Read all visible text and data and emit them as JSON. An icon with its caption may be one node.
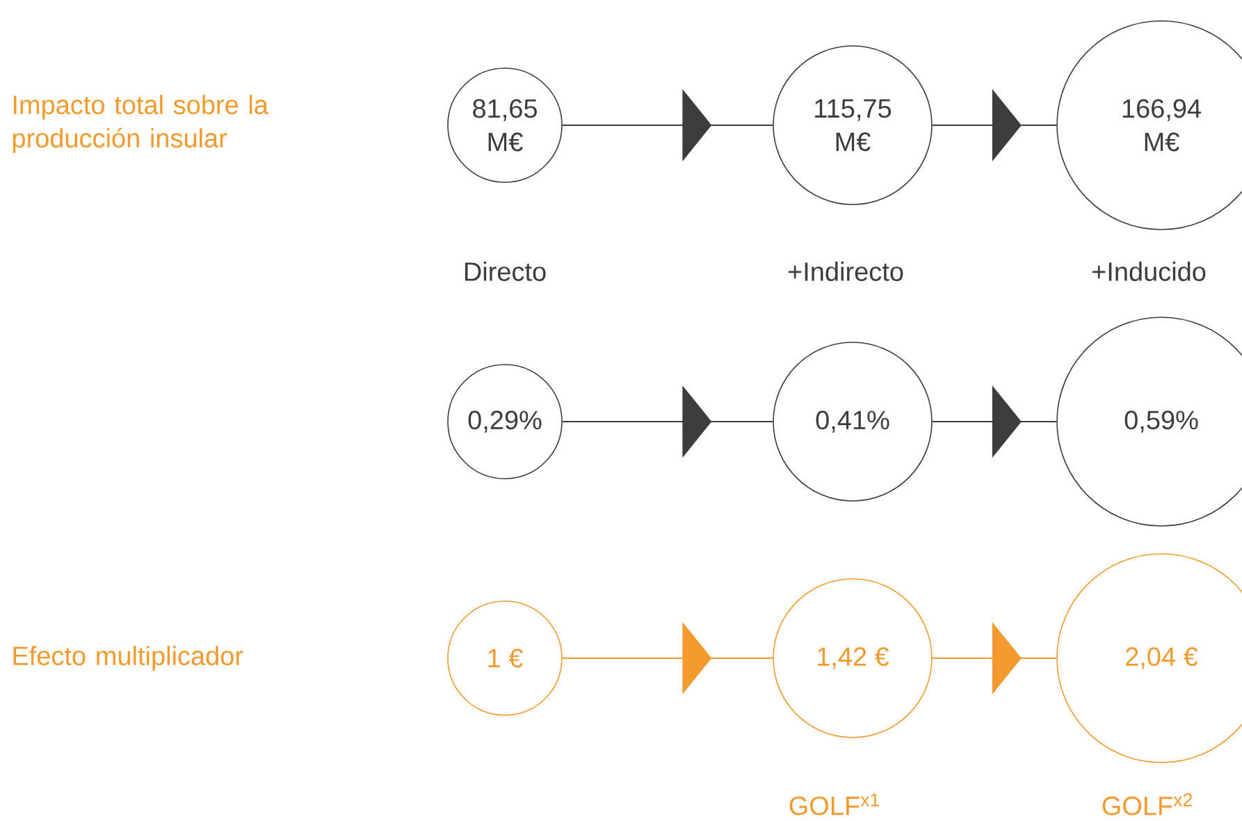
{
  "diagram": {
    "nodes": [
      {
        "text": [
          "81,65 M€"
        ],
        "beside": [
          "Directo"
        ]
      },
      {
        "text": [
          "115,75 M€"
        ],
        "beside": [
          "+Indirecto"
        ]
      },
      {
        "text": [
          "166,94 M€"
        ],
        "beside": [
          "+Inducido"
        ]
      },
      {
        "text": [
          "0,29%"
        ]
      },
      {
        "text": [
          "0,41%"
        ]
      },
      {
        "text": [
          "0,59%"
        ]
      },
      {
        "text": [
          "1 €"
        ]
      },
      {
        "text": [
          "1,42 €"
        ],
        "beside": [
          "GOLF$^{x1}$"
        ]
      },
      {
        "text": [
          "2,04 €"
        ],
        "beside": [
          "GOLF$^{x2}$"
        ]
      }
    ],
    "edges": [
      {
        "from": 0,
        "to": 1,
        "arrow": "to"
      },
      {
        "from": 1,
        "to": 2,
        "arrow": "to"
      },
      {
        "from": 3,
        "to": 4,
        "arrow": "to"
      },
      {
        "from": 4,
        "to": 5,
        "arrow": "to"
      },
      {
        "from": 6,
        "to": 7,
        "arrow": "to",
        "color": "#f39a2e"
      },
      {
        "from": 7,
        "to": 8,
        "arrow": "to",
        "color": "#f39a2e"
      }
    ],
    "labels": [
      "Impacto total sobre la producción insular",
      "Efecto multiplicador"
    ]
  }
}
